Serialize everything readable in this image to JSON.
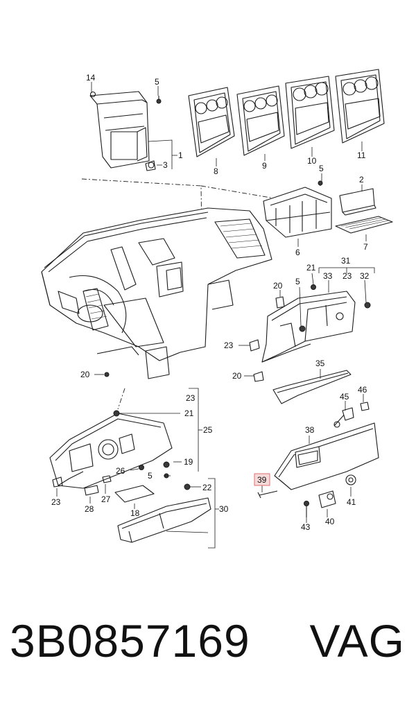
{
  "callouts": {
    "c1": "1",
    "c3": "3",
    "c5a": "5",
    "c14": "14",
    "c8": "8",
    "c9": "9",
    "c10": "10",
    "c11": "11",
    "c5b": "5",
    "c2": "2",
    "c6": "6",
    "c7": "7",
    "c21a": "21",
    "c31": "31",
    "c33": "33",
    "c23a": "23",
    "c32": "32",
    "c20a": "20",
    "c5c": "5",
    "c23b": "23",
    "c20b": "20",
    "c20c": "20",
    "c35": "35",
    "c46": "46",
    "c45": "45",
    "c38": "38",
    "c23c": "23",
    "c21b": "21",
    "c25": "25",
    "c19": "19",
    "c26": "26",
    "c5d": "5",
    "c22": "22",
    "c23d": "23",
    "c27": "27",
    "c28": "28",
    "c18": "18",
    "c30": "30",
    "c39": "39",
    "c41": "41",
    "c43": "43",
    "c40": "40"
  },
  "highlighted_callout": "39",
  "highlight_color": "#e07070",
  "footer": {
    "part_number": "3B0857169",
    "brand": "VAG"
  }
}
